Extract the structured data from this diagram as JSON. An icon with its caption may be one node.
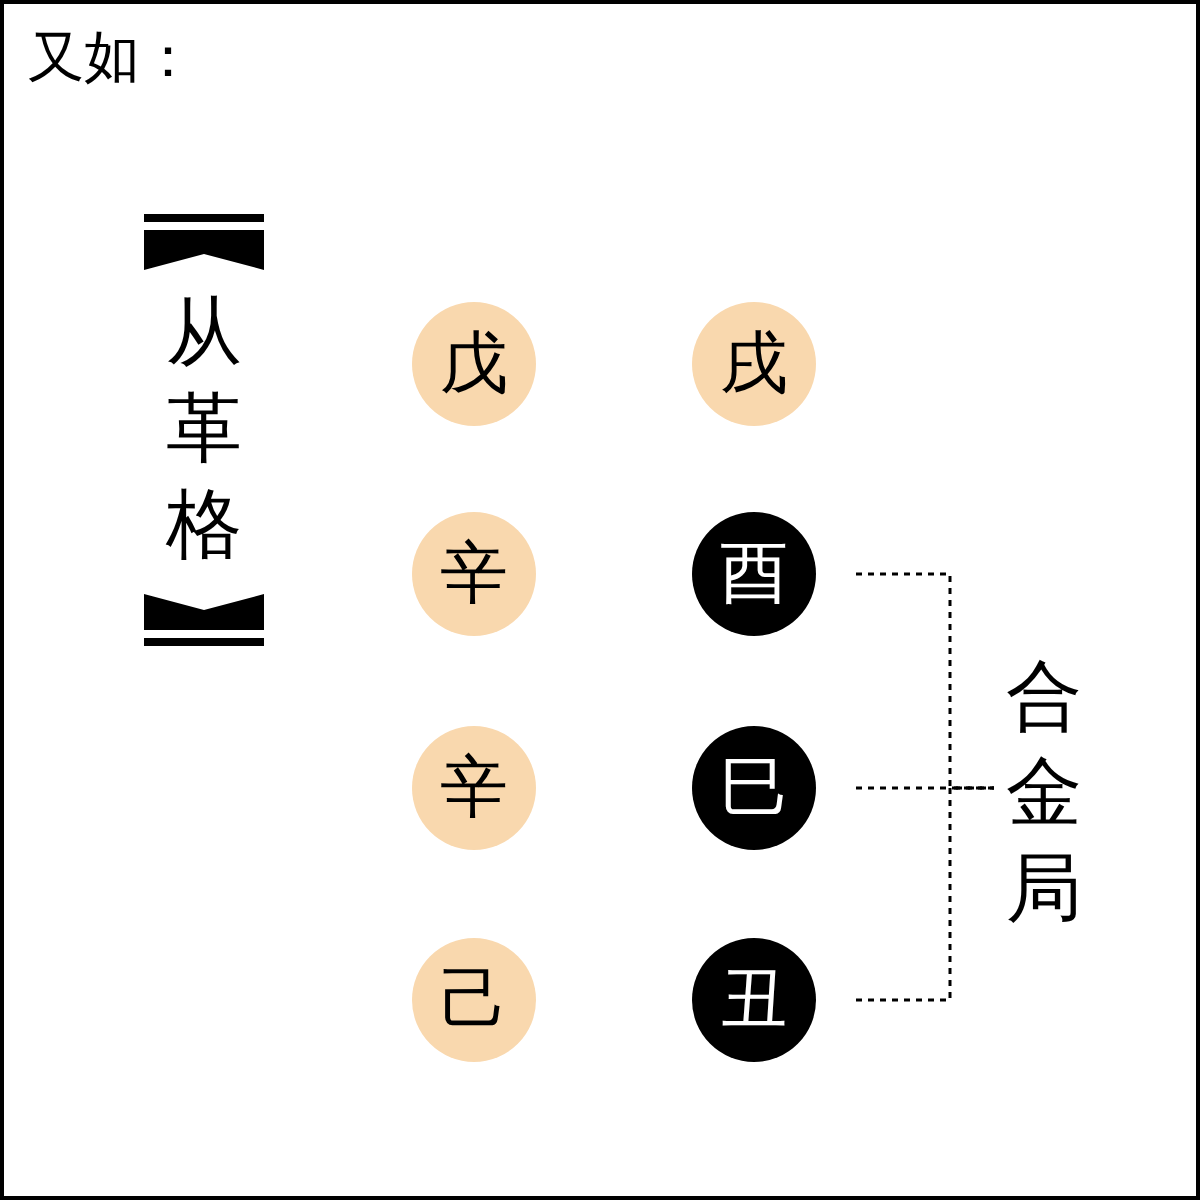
{
  "diagram": {
    "title": "又如：",
    "nodes": [
      {
        "text": [
          "从革格"
        ]
      },
      {
        "text": [
          "戊"
        ]
      },
      {
        "text": [
          "戌"
        ]
      },
      {
        "text": [
          "辛"
        ]
      },
      {
        "text": [
          "酉"
        ]
      },
      {
        "text": [
          "辛"
        ]
      },
      {
        "text": [
          "巳"
        ]
      },
      {
        "text": [
          "己"
        ]
      },
      {
        "text": [
          "丑"
        ]
      },
      {
        "text": [
          "合金局"
        ]
      }
    ],
    "edges": [
      {
        "from": 4,
        "to": 9,
        "arrow": "none",
        "style": "dashed"
      },
      {
        "from": 6,
        "to": 9,
        "arrow": "none",
        "style": "dashed"
      },
      {
        "from": 8,
        "to": 9,
        "arrow": "none",
        "style": "dashed"
      }
    ]
  }
}
